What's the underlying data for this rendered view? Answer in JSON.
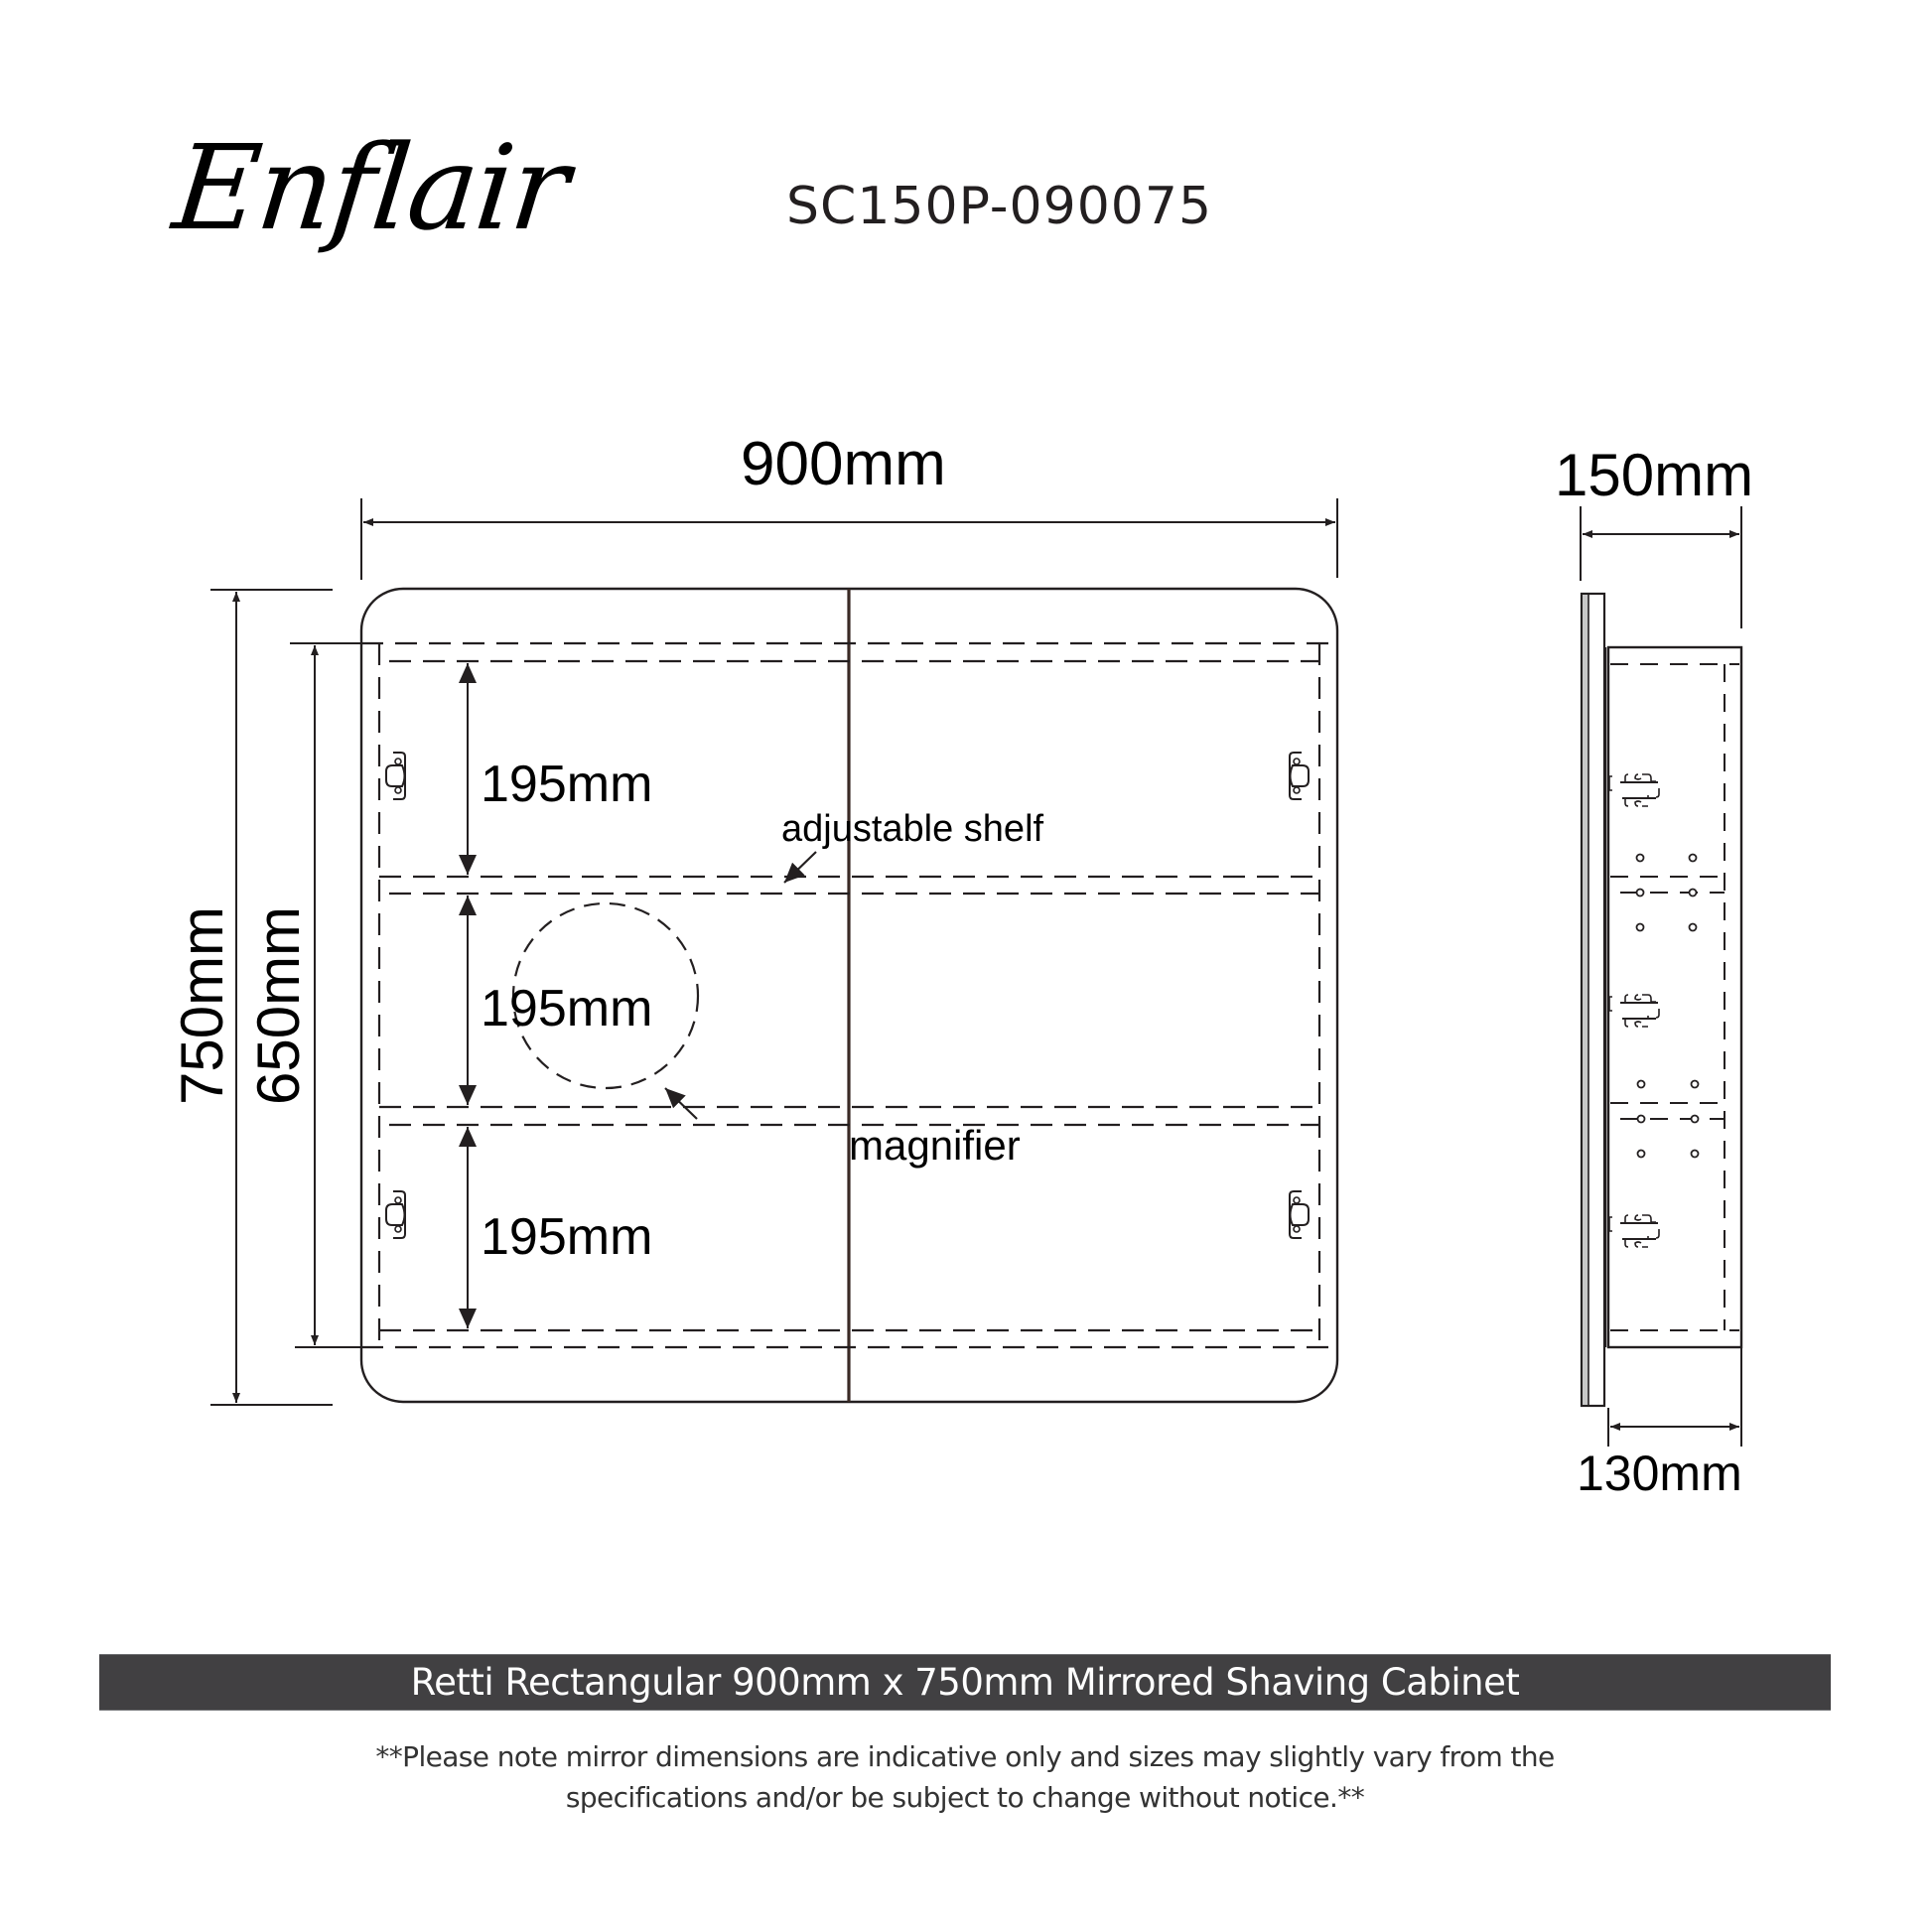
{
  "header": {
    "brand_logo": "Enflair",
    "model_code": "SC150P-090075"
  },
  "front_view": {
    "width_label": "900mm",
    "height_overall_label": "750mm",
    "height_carcass_label": "650mm",
    "compartments": [
      {
        "height_label": "195mm"
      },
      {
        "height_label": "195mm"
      },
      {
        "height_label": "195mm"
      }
    ],
    "annotations": {
      "shelf": "adjustable shelf",
      "magnifier": "magnifier"
    },
    "hinge_icon": "hinge-icon",
    "shelf_count": 2,
    "door_count": 2
  },
  "side_view": {
    "depth_overall_label": "150mm",
    "depth_carcass_label": "130mm",
    "peg_hole_icon": "peg-hole-icon"
  },
  "footer": {
    "product_title": "Retti Rectangular 900mm x 750mm Mirrored Shaving Cabinet",
    "note_line_1": "**Please note mirror dimensions are indicative only and sizes may slightly vary from the",
    "note_line_2": "specifications and/or be subject to change without notice.**"
  },
  "colors": {
    "line": "#231f20",
    "banner_bg": "#414042",
    "banner_text": "#ffffff",
    "mirror_edge_fill": "#c8c8c8"
  }
}
